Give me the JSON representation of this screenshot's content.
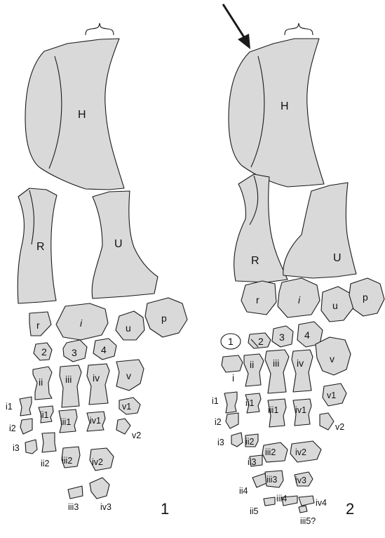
{
  "panels": [
    {
      "number": "1",
      "labels": {
        "humerus": "H",
        "radius": "R",
        "ulna": "U",
        "radiale": "r",
        "intermedium": "i",
        "ulnare": "u",
        "pisiform": "p",
        "distal_carpals": [
          "2",
          "3",
          "4"
        ],
        "metacarpals": [
          "ii",
          "iii",
          "iv",
          "v"
        ],
        "phalanges": [
          "i1",
          "i2",
          "i3",
          "ii1",
          "ii2",
          "iii1",
          "iii2",
          "iii3",
          "iv1",
          "iv2",
          "iv3",
          "v1",
          "v2"
        ]
      }
    },
    {
      "number": "2",
      "labels": {
        "humerus": "H",
        "radius": "R",
        "ulna": "U",
        "radiale": "r",
        "intermedium": "i",
        "ulnare": "u",
        "pisiform": "p",
        "distal_carpals": [
          "1",
          "2",
          "3",
          "4"
        ],
        "metacarpals": [
          "i",
          "ii",
          "iii",
          "iv",
          "v"
        ],
        "phalanges": [
          "i1",
          "i2",
          "i3",
          "ii1",
          "ii2",
          "ii3",
          "ii4",
          "ii5",
          "iii1",
          "iii2",
          "iii3",
          "iii4",
          "iii5?",
          "iv1",
          "iv2",
          "iv3",
          "iv4",
          "v1",
          "v2"
        ]
      }
    }
  ],
  "colors": {
    "bone_fill": "#d9d9d9",
    "outline": "#1a1a1a",
    "background": "#ffffff"
  }
}
